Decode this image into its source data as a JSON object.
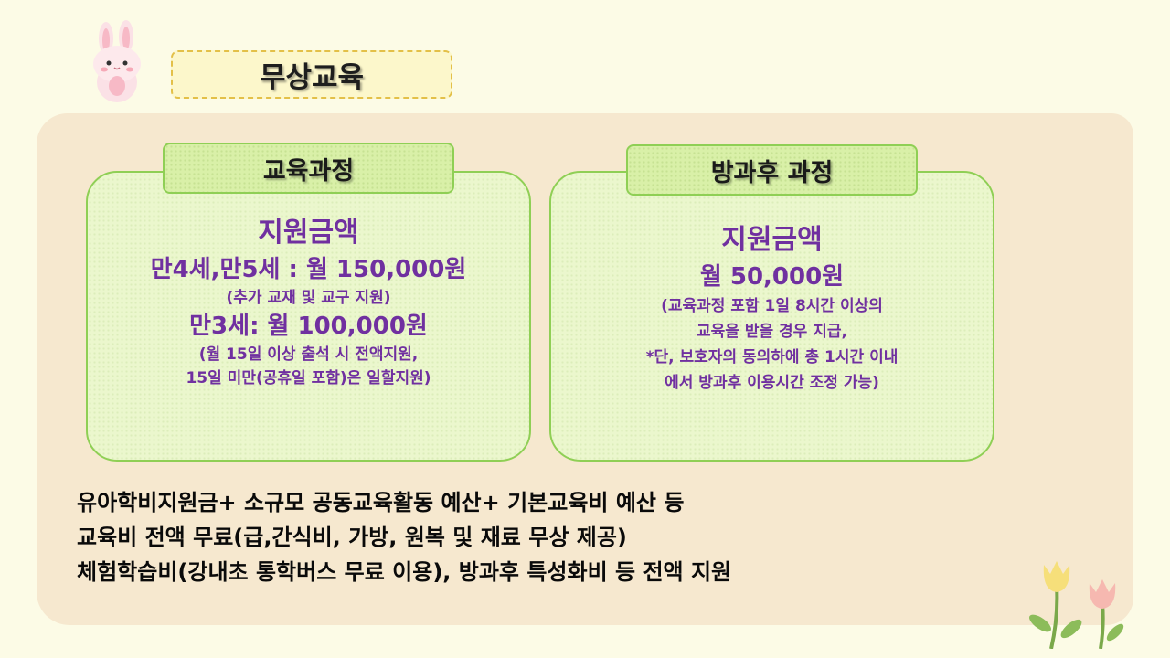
{
  "title": "무상교육",
  "cards": [
    {
      "header": "교육과정",
      "heading": "지원금액",
      "lines": [
        {
          "text": "만4세,만5세 : 월 150,000원",
          "style": "big"
        },
        {
          "text": "(추가 교재 및 교구 지원)",
          "style": "small"
        },
        {
          "text": "만3세: 월 100,000원",
          "style": "big"
        },
        {
          "text": "(월 15일 이상 출석 시 전액지원,",
          "style": "small"
        },
        {
          "text": "15일 미만(공휴일 포함)은 일할지원)",
          "style": "small"
        }
      ]
    },
    {
      "header": "방과후 과정",
      "heading": "지원금액",
      "lines": [
        {
          "text": "월 50,000원",
          "style": "big"
        },
        {
          "text": "(교육과정 포함 1일 8시간 이상의",
          "style": "small"
        },
        {
          "text": "교육을 받을 경우 지급,",
          "style": "small"
        },
        {
          "text": "*단, 보호자의 동의하에 총 1시간 이내",
          "style": "small"
        },
        {
          "text": "에서 방과후 이용시간 조정 가능)",
          "style": "small"
        }
      ]
    }
  ],
  "bottom_lines": [
    "유아학비지원금+ 소규모 공동교육활동 예산+ 기본교육비 예산 등",
    "교육비 전액 무료(급,간식비, 가방, 원복 및 재료 무상 제공)",
    "체험학습비(강내초 통학버스 무료 이용), 방과후 특성화비 등 전액 지원"
  ],
  "colors": {
    "accent_purple": "#7030a0",
    "card_border": "#8fcf55",
    "title_border": "#e3c048"
  },
  "icons": [
    "bunny-icon",
    "tulip-flowers-icon"
  ]
}
